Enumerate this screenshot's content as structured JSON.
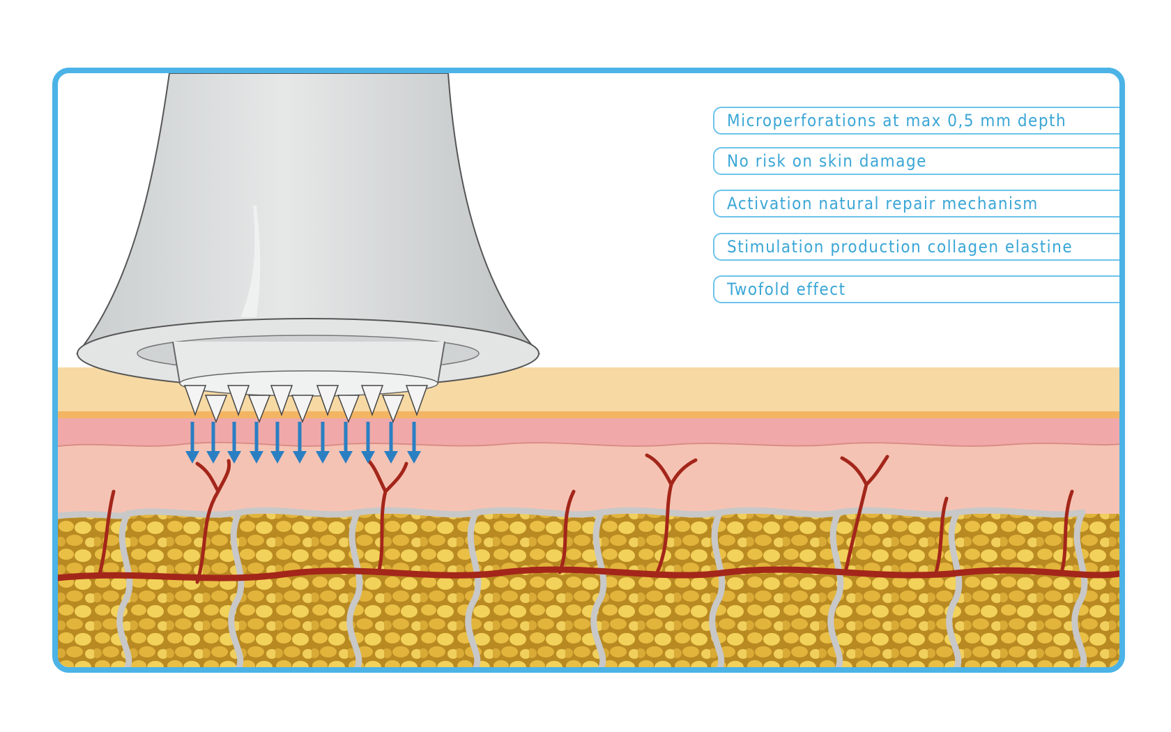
{
  "features": [
    "Microperforations at max 0,5 mm depth",
    "No risk on skin damage",
    "Activation natural repair mechanism",
    "Stimulation production collagen elastine",
    "Twofold effect"
  ],
  "colors": {
    "frame": "#4bb3e6",
    "pill_text": "#3aa6d6",
    "epidermis": "#f7d9a3",
    "dermis": "#f2b8b0",
    "fat": "#c89a2a",
    "vessel": "#a3261a",
    "arrow": "#2a7fc2"
  },
  "icons": [
    "microneedle-applicator-icon",
    "down-arrow-icon"
  ]
}
